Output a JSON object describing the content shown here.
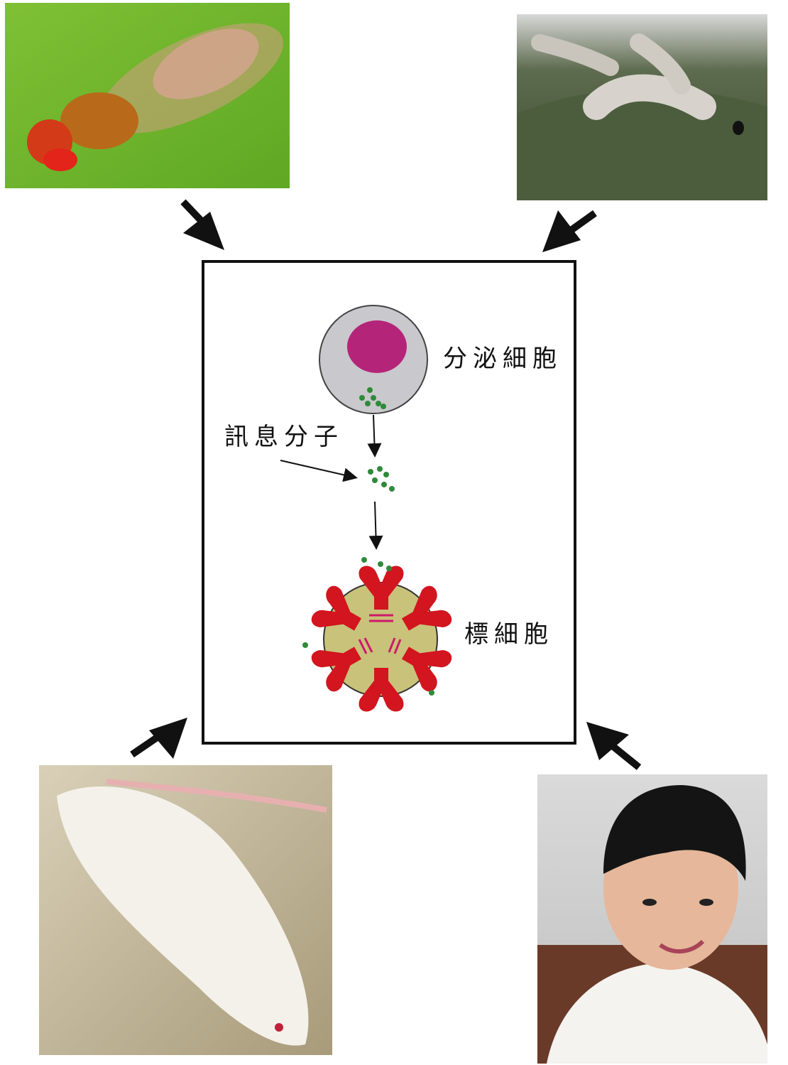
{
  "labels": {
    "secreting_cell": "分泌細胞",
    "signal_molecule": "訊息分子",
    "target_cell": "標細胞"
  },
  "photos": [
    {
      "subject": "fruit-fly"
    },
    {
      "subject": "silkworms-on-leaf"
    },
    {
      "subject": "white-mouse"
    },
    {
      "subject": "child"
    }
  ],
  "colors": {
    "secreting_cell_body": "#c9c8cc",
    "nucleus": "#b4257a",
    "signal_molecule": "#2f8a3a",
    "target_cell_body": "#c9c27a",
    "receptor": "#d2151f",
    "receptor_inner": "#cc1a6a"
  }
}
